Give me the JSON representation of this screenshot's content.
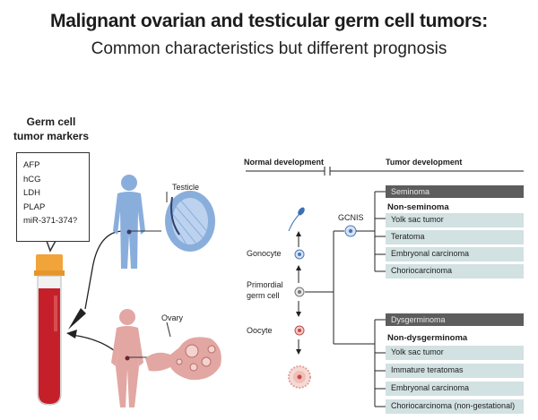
{
  "title": "Malignant ovarian and testicular germ cell tumors:",
  "subtitle": "Common characteristics but different prognosis",
  "markers": {
    "heading": [
      "Germ cell",
      "tumor markers"
    ],
    "items": [
      "AFP",
      "hCG",
      "LDH",
      "PLAP",
      "miR-371-374?"
    ]
  },
  "labels": {
    "testicle": "Testicle",
    "ovary": "Ovary",
    "gonocyte": "Gonocyte",
    "primordial": [
      "Primordial",
      "germ cell"
    ],
    "oocyte": "Oocyte",
    "gcnis": "GCNIS"
  },
  "headers": {
    "normal": "Normal development",
    "tumor": "Tumor development"
  },
  "testicular": {
    "seminoma": "Seminoma",
    "nonseminoma": "Non-seminoma",
    "items": [
      "Yolk sac tumor",
      "Teratoma",
      "Embryonal carcinoma",
      "Choriocarcinoma"
    ]
  },
  "ovarian": {
    "dysgerminoma": "Dysgerminoma",
    "nondysgerminoma": "Non-dysgerminoma",
    "items": [
      "Yolk sac tumor",
      "Immature teratomas",
      "Embryonal carcinoma",
      "Choriocarcinoma (non-gestational)"
    ]
  },
  "colors": {
    "male": "#8aaedc",
    "female": "#e2a7a2",
    "tube_cap": "#f0a43a",
    "blood": "#c5202a",
    "row_fill": "#d2e1e2",
    "bar": "#5d5d5d"
  }
}
